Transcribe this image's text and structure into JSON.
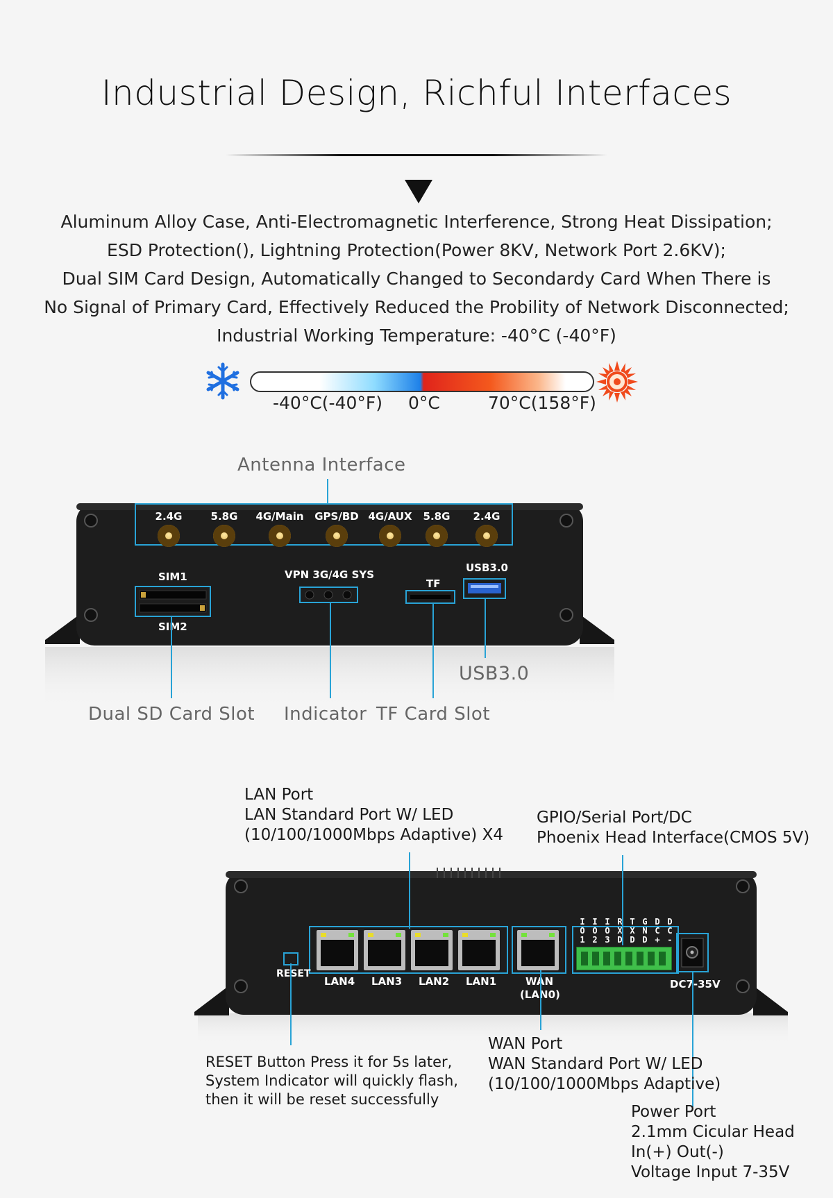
{
  "header": {
    "title": "Industrial Design, Richful Interfaces"
  },
  "features": [
    "Aluminum Alloy Case, Anti-Electromagnetic Interference, Strong Heat Dissipation;",
    "ESD Protection(), Lightning Protection(Power 8KV, Network Port 2.6KV);",
    "Dual SIM Card Design, Automatically Changed to Secondardy Card When There is",
    "No Signal of Primary Card, Effectively Reduced the Probility of Network Disconnected;",
    "Industrial Working Temperature: -40°C (-40°F)"
  ],
  "temperature": {
    "low": "-40°C(-40°F)",
    "mid": "0°C",
    "high": "70°C(158°F)",
    "cold_icon": "snowflake-icon",
    "hot_icon": "sun-icon"
  },
  "front_panel": {
    "antenna_title": "Antenna Interface",
    "antennas": [
      "2.4G",
      "5.8G",
      "4G/Main",
      "GPS/BD",
      "4G/AUX",
      "5.8G",
      "2.4G"
    ],
    "sim1": "SIM1",
    "sim2": "SIM2",
    "indicator_panel": "VPN 3G/4G SYS",
    "tf": "TF",
    "usb_panel": "USB3.0",
    "callout_sd": "Dual SD Card Slot",
    "callout_indicator": "Indicator",
    "callout_tf": "TF Card Slot",
    "callout_usb": "USB3.0"
  },
  "rear_panel": {
    "lan_callout": [
      "LAN Port",
      "LAN Standard Port W/ LED",
      "(10/100/1000Mbps Adaptive) X4"
    ],
    "gpio_callout": [
      "GPIO/Serial Port/DC",
      "Phoenix Head Interface(CMOS 5V)"
    ],
    "reset_label": "RESET",
    "lan_labels": [
      "LAN4",
      "LAN3",
      "LAN2",
      "LAN1"
    ],
    "wan_label": "WAN",
    "wan_sub": "(LAN0)",
    "dc_label": "DC7-35V",
    "gpio_pins": [
      "IO1",
      "IO2",
      "IO3",
      "RXD",
      "TXD",
      "GND",
      "DC+",
      "DC-"
    ],
    "reset_callout": [
      "RESET Button Press it for 5s later,",
      "System Indicator will quickly flash,",
      "then it will be reset successfully"
    ],
    "wan_callout": [
      "WAN Port",
      "WAN Standard Port W/ LED",
      "(10/100/1000Mbps Adaptive)"
    ],
    "power_callout": [
      "Power Port",
      "2.1mm Cicular Head",
      "In(+) Out(-)",
      "Voltage Input 7-35V"
    ]
  },
  "colors": {
    "callout_line": "#29a3d6",
    "device_body": "#1d1d1d",
    "led_green": "#74e23b",
    "led_yellow": "#e9dd2a"
  }
}
